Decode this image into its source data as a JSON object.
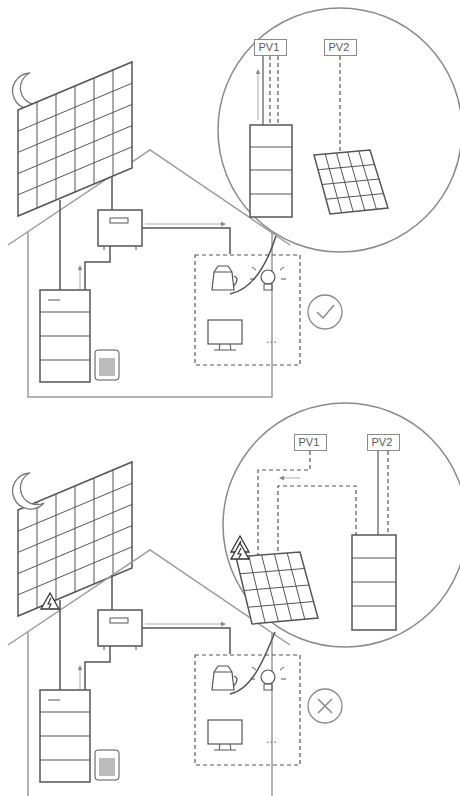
{
  "diagram": {
    "nodes": [
      {
        "text": [
          "PV1"
        ]
      },
      {
        "text": [
          "PV2"
        ]
      },
      {
        "text": [
          "PV1"
        ]
      },
      {
        "text": [
          "PV2"
        ]
      }
    ],
    "labels": [
      "...",
      "..."
    ]
  }
}
